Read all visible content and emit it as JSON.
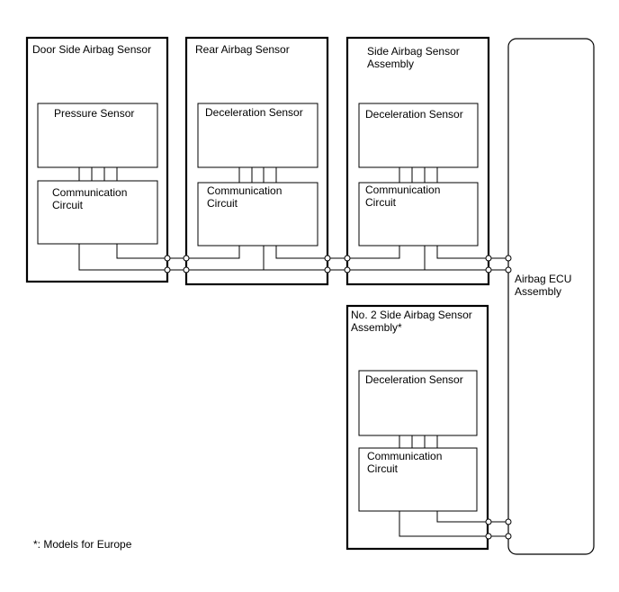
{
  "modules": [
    {
      "title": [
        "Door Side Airbag Sensor"
      ],
      "sensor": [
        "Pressure Sensor"
      ],
      "circuit": [
        "Communication",
        "Circuit"
      ]
    },
    {
      "title": [
        "Rear Airbag Sensor"
      ],
      "sensor": [
        "Deceleration Sensor"
      ],
      "circuit": [
        "Communication",
        "Circuit"
      ]
    },
    {
      "title": [
        "Side Airbag Sensor",
        "Assembly"
      ],
      "sensor": [
        "Deceleration Sensor"
      ],
      "circuit": [
        "Communication",
        "Circuit"
      ]
    },
    {
      "title": [
        "No. 2 Side Airbag Sensor",
        "Assembly*"
      ],
      "sensor": [
        "Deceleration Sensor"
      ],
      "circuit": [
        "Communication",
        "Circuit"
      ]
    }
  ],
  "ecu": {
    "label": [
      "Airbag ECU",
      "Assembly"
    ]
  },
  "footnote": "*: Models for Europe"
}
